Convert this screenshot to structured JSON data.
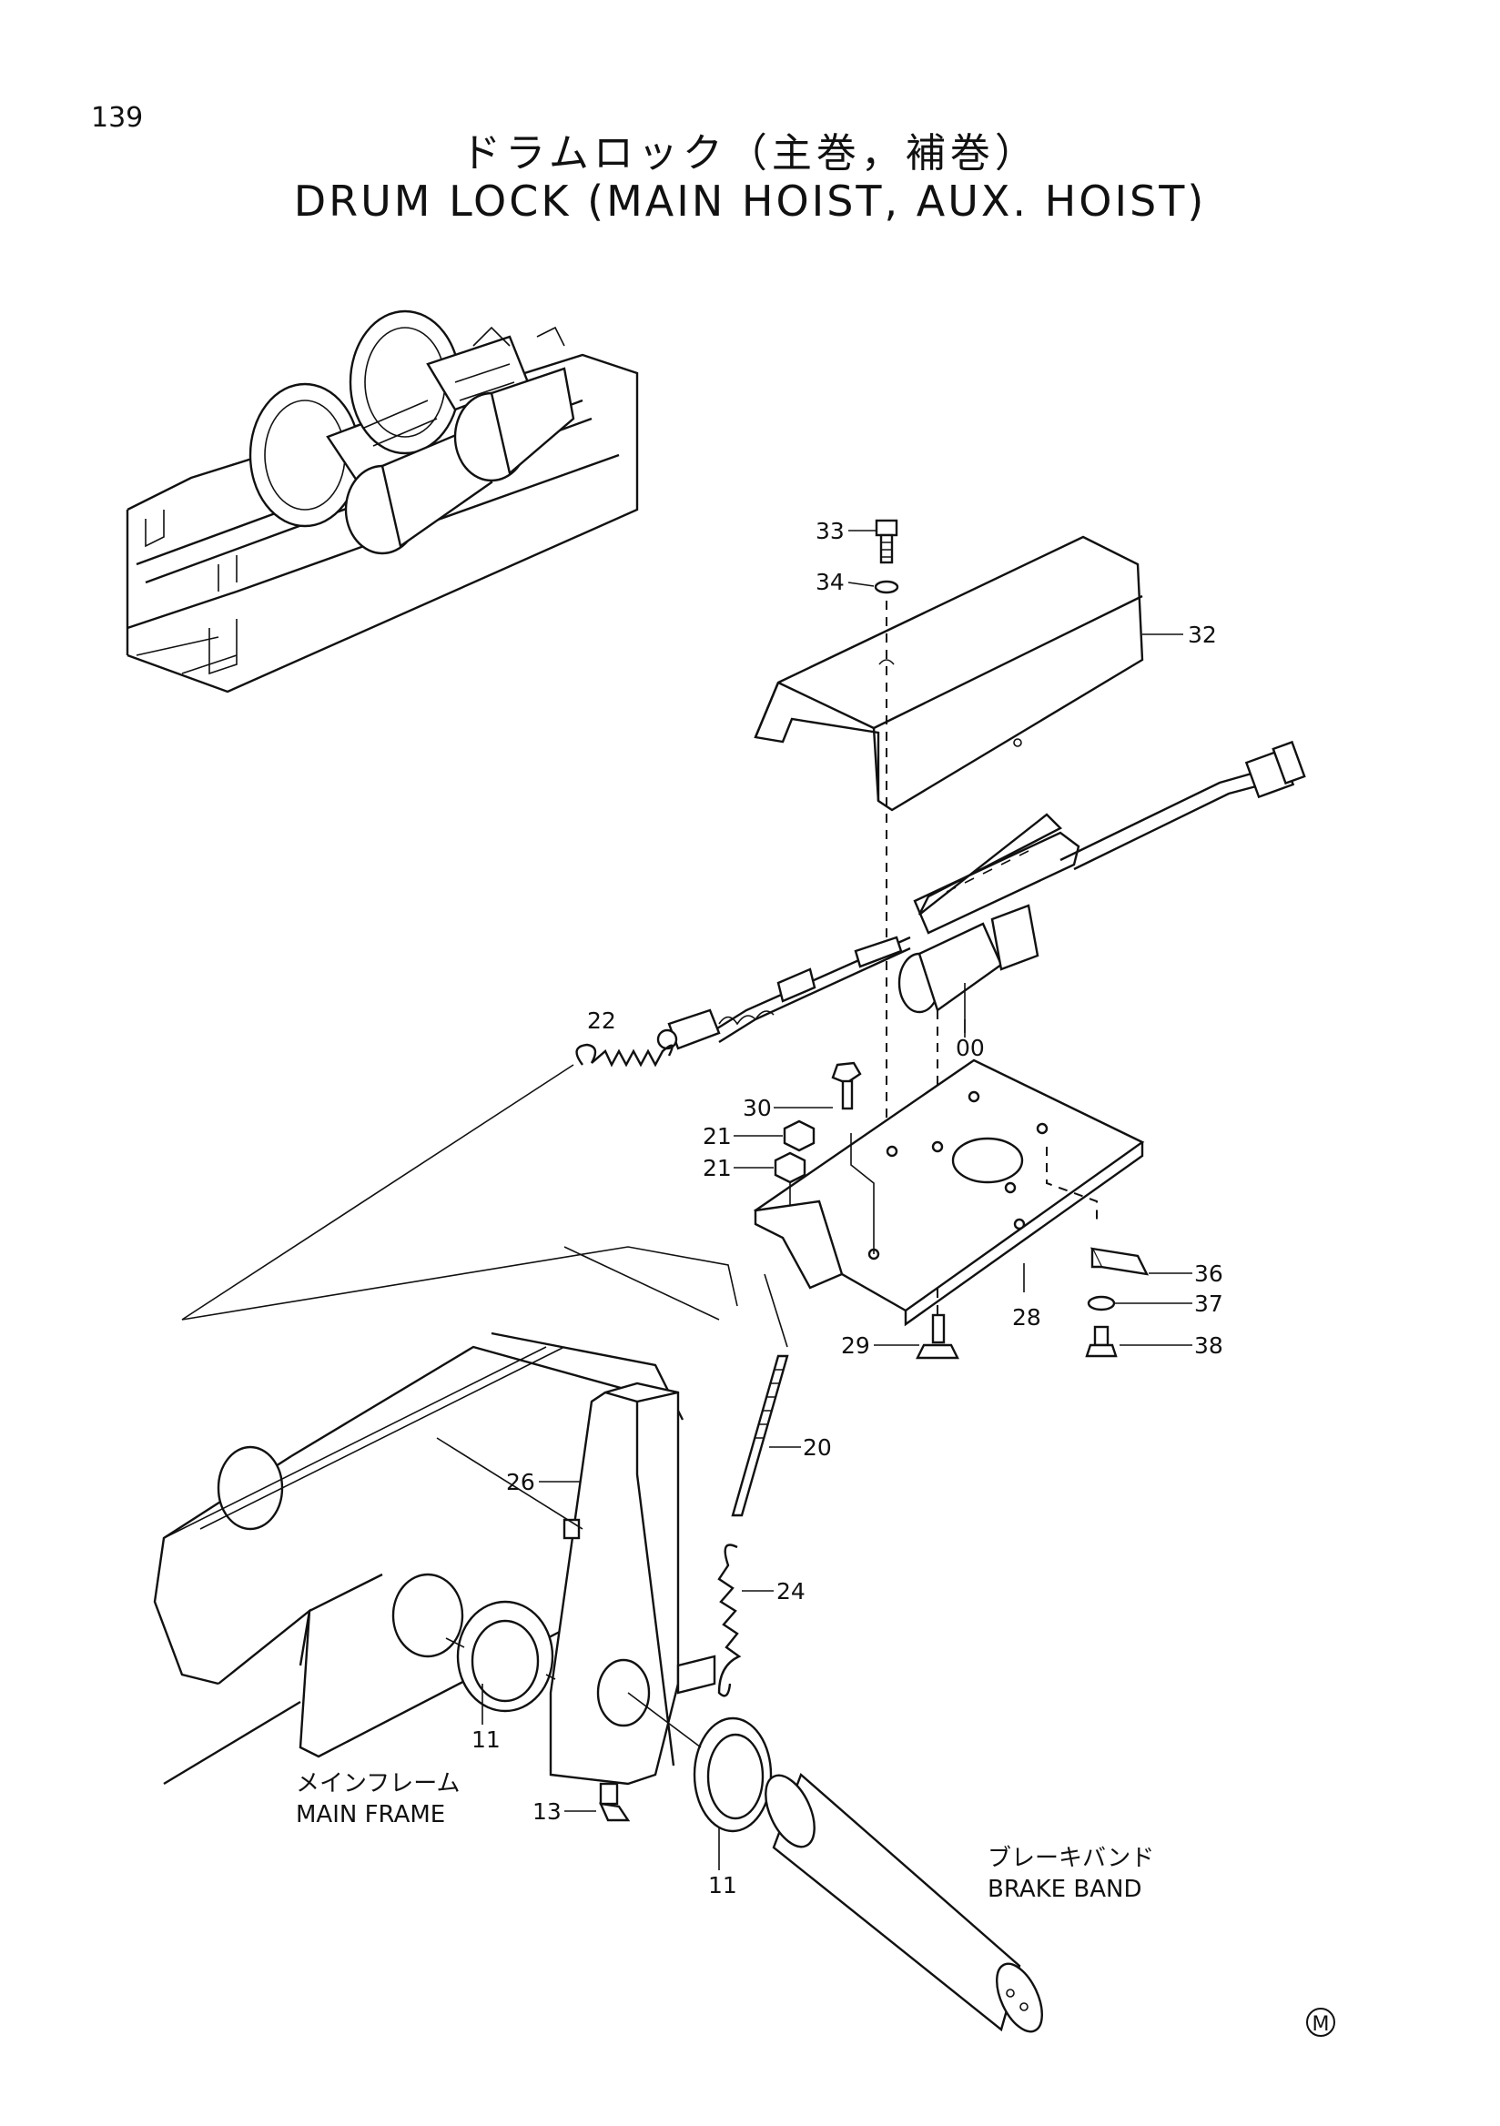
{
  "page_number": "139",
  "title_jp": "ドラムロック（主巻，補巻）",
  "title_en": "DRUM LOCK (MAIN HOIST, AUX. HOIST)",
  "part_labels": {
    "p33": "33",
    "p34": "34",
    "p32": "32",
    "p22": "22",
    "p00": "00",
    "p30": "30",
    "p21a": "21",
    "p21b": "21",
    "p36": "36",
    "p37": "37",
    "p29": "29",
    "p28": "28",
    "p38": "38",
    "p20": "20",
    "p26": "26",
    "p24": "24",
    "p11a": "11",
    "p11b": "11",
    "p13": "13"
  },
  "notes": {
    "main_frame_jp": "メインフレーム",
    "main_frame_en": "MAIN FRAME",
    "brake_band_jp": "ブレーキバンド",
    "brake_band_en": "BRAKE BAND"
  },
  "mark": "M"
}
